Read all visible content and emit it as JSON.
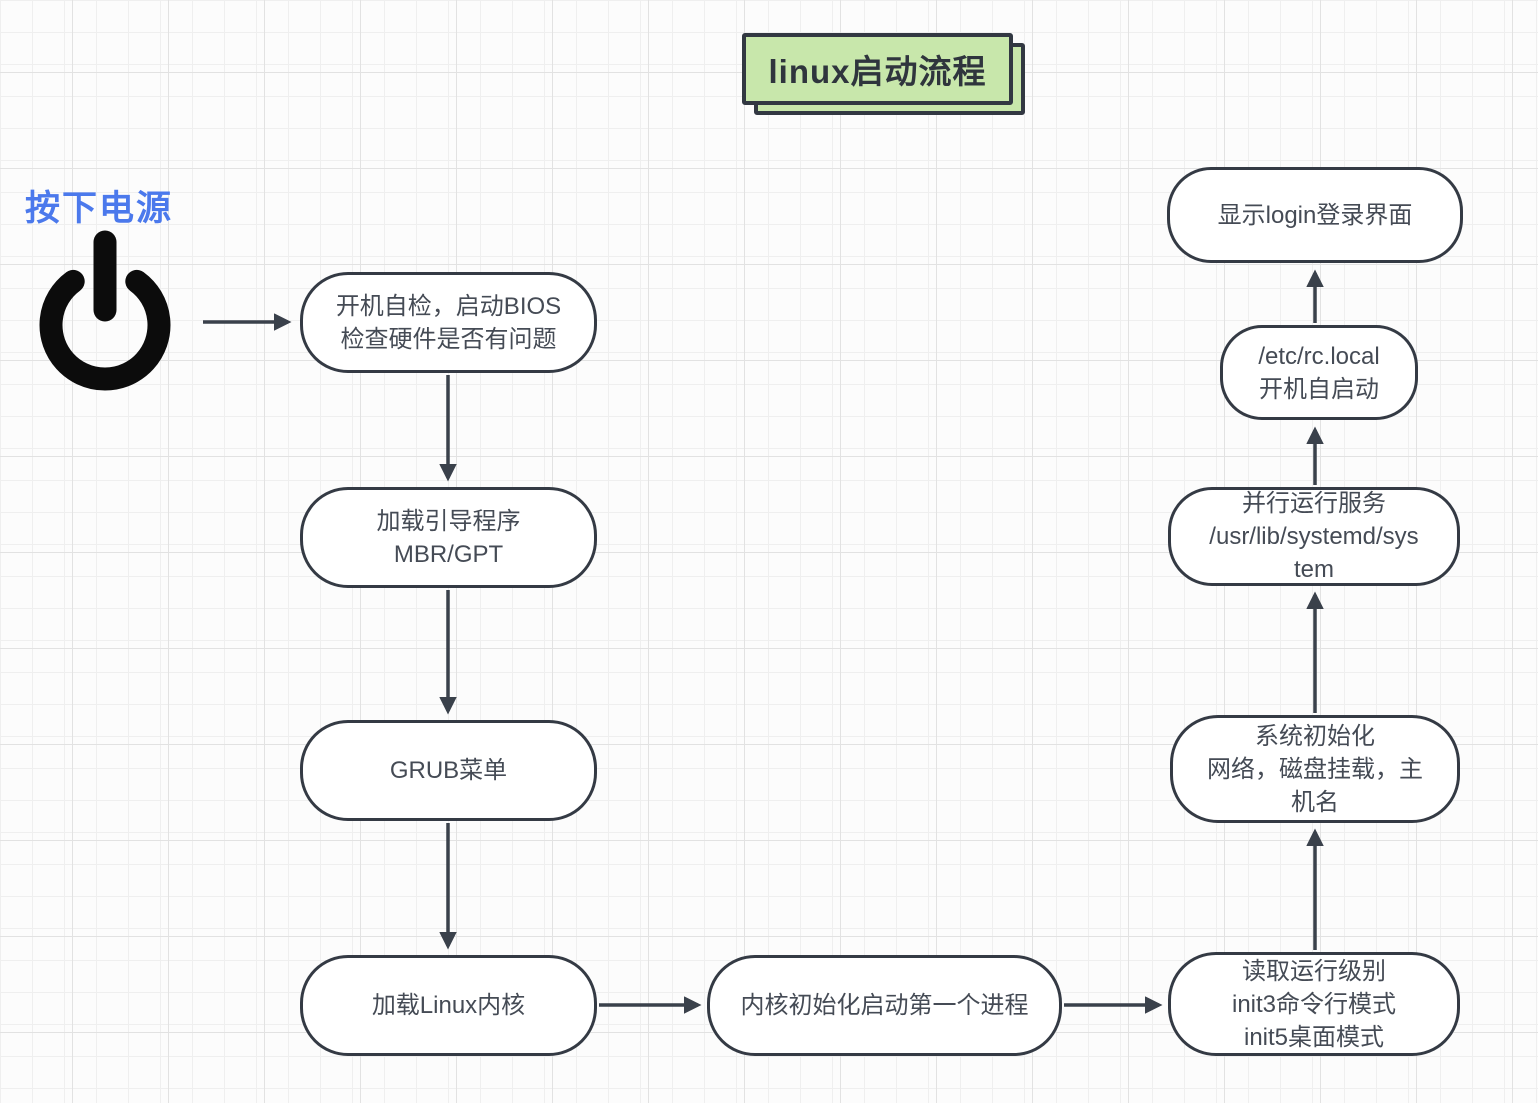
{
  "title": {
    "label": "linux启动流程"
  },
  "power": {
    "label": "按下电源",
    "icon": "power-icon"
  },
  "colors": {
    "title_fill": "#c8e7ab",
    "outline_dark": "#323842",
    "annotation_blue": "#4b79ec",
    "node_fill": "#ffffff",
    "node_border": "#343a44",
    "node_text": "#454b55",
    "arrow": "#3a414b",
    "grid_minor": "#efefef",
    "grid_major": "#e2e2e2"
  },
  "nodes": [
    {
      "id": "bios-check",
      "lines": [
        "开机自检，启动BIOS",
        "检查硬件是否有问题"
      ]
    },
    {
      "id": "bootloader",
      "lines": [
        "加载引导程序",
        "MBR/GPT"
      ]
    },
    {
      "id": "grub-menu",
      "lines": [
        "GRUB菜单"
      ]
    },
    {
      "id": "load-kernel",
      "lines": [
        "加载Linux内核"
      ]
    },
    {
      "id": "kernel-init",
      "lines": [
        "内核初始化启动第一个进程"
      ]
    },
    {
      "id": "runlevel",
      "lines": [
        "读取运行级别",
        "init3命令行模式",
        "init5桌面模式"
      ]
    },
    {
      "id": "system-init",
      "lines": [
        "系统初始化",
        "网络，磁盘挂载，主",
        "机名"
      ]
    },
    {
      "id": "parallel-services",
      "lines": [
        "并行运行服务",
        "/usr/lib/systemd/sys",
        "tem"
      ]
    },
    {
      "id": "rc-local",
      "lines": [
        "/etc/rc.local",
        "开机自启动"
      ]
    },
    {
      "id": "login-screen",
      "lines": [
        "显示login登录界面"
      ]
    }
  ],
  "flow": [
    {
      "from": "power-button",
      "to": "bios-check"
    },
    {
      "from": "bios-check",
      "to": "bootloader"
    },
    {
      "from": "bootloader",
      "to": "grub-menu"
    },
    {
      "from": "grub-menu",
      "to": "load-kernel"
    },
    {
      "from": "load-kernel",
      "to": "kernel-init"
    },
    {
      "from": "kernel-init",
      "to": "runlevel"
    },
    {
      "from": "runlevel",
      "to": "system-init"
    },
    {
      "from": "system-init",
      "to": "parallel-services"
    },
    {
      "from": "parallel-services",
      "to": "rc-local"
    },
    {
      "from": "rc-local",
      "to": "login-screen"
    }
  ]
}
